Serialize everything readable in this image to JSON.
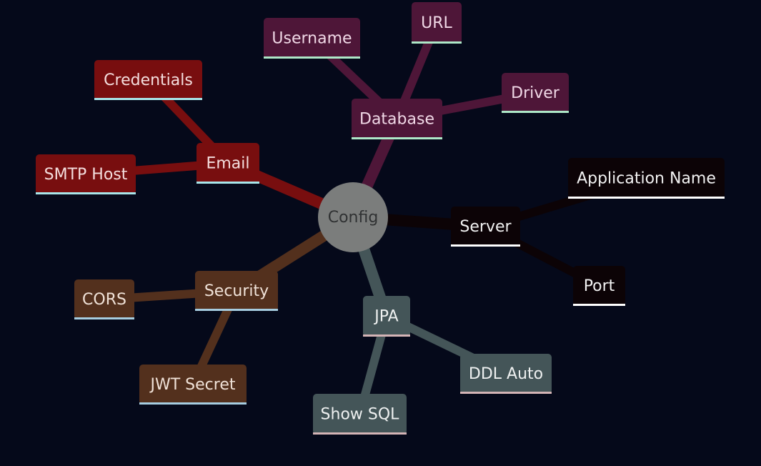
{
  "center": {
    "label": "Config",
    "fill": "#7b7d7c",
    "text_color": "#303233"
  },
  "branches": [
    {
      "key": "database",
      "label": "Database",
      "color": "#4e1638",
      "underline": "#aee8c8",
      "text_color": "#f0d8e6",
      "children": [
        "Username",
        "URL",
        "Driver"
      ]
    },
    {
      "key": "email",
      "label": "Email",
      "color": "#780e0f",
      "underline": "#a8e6ea",
      "text_color": "#f4dede",
      "children": [
        "Credentials",
        "SMTP Host"
      ]
    },
    {
      "key": "server",
      "label": "Server",
      "color": "#0c0306",
      "underline": "#ffffff",
      "text_color": "#f2f2f2",
      "children": [
        "Application Name",
        "Port"
      ]
    },
    {
      "key": "security",
      "label": "Security",
      "color": "#53301d",
      "underline": "#a6cde0",
      "text_color": "#f0e2d8",
      "children": [
        "CORS",
        "JWT Secret"
      ]
    },
    {
      "key": "jpa",
      "label": "JPA",
      "color": "#445558",
      "underline": "#d4b4b6",
      "text_color": "#eef0f0",
      "children": [
        "DDL Auto",
        "Show SQL"
      ]
    }
  ]
}
